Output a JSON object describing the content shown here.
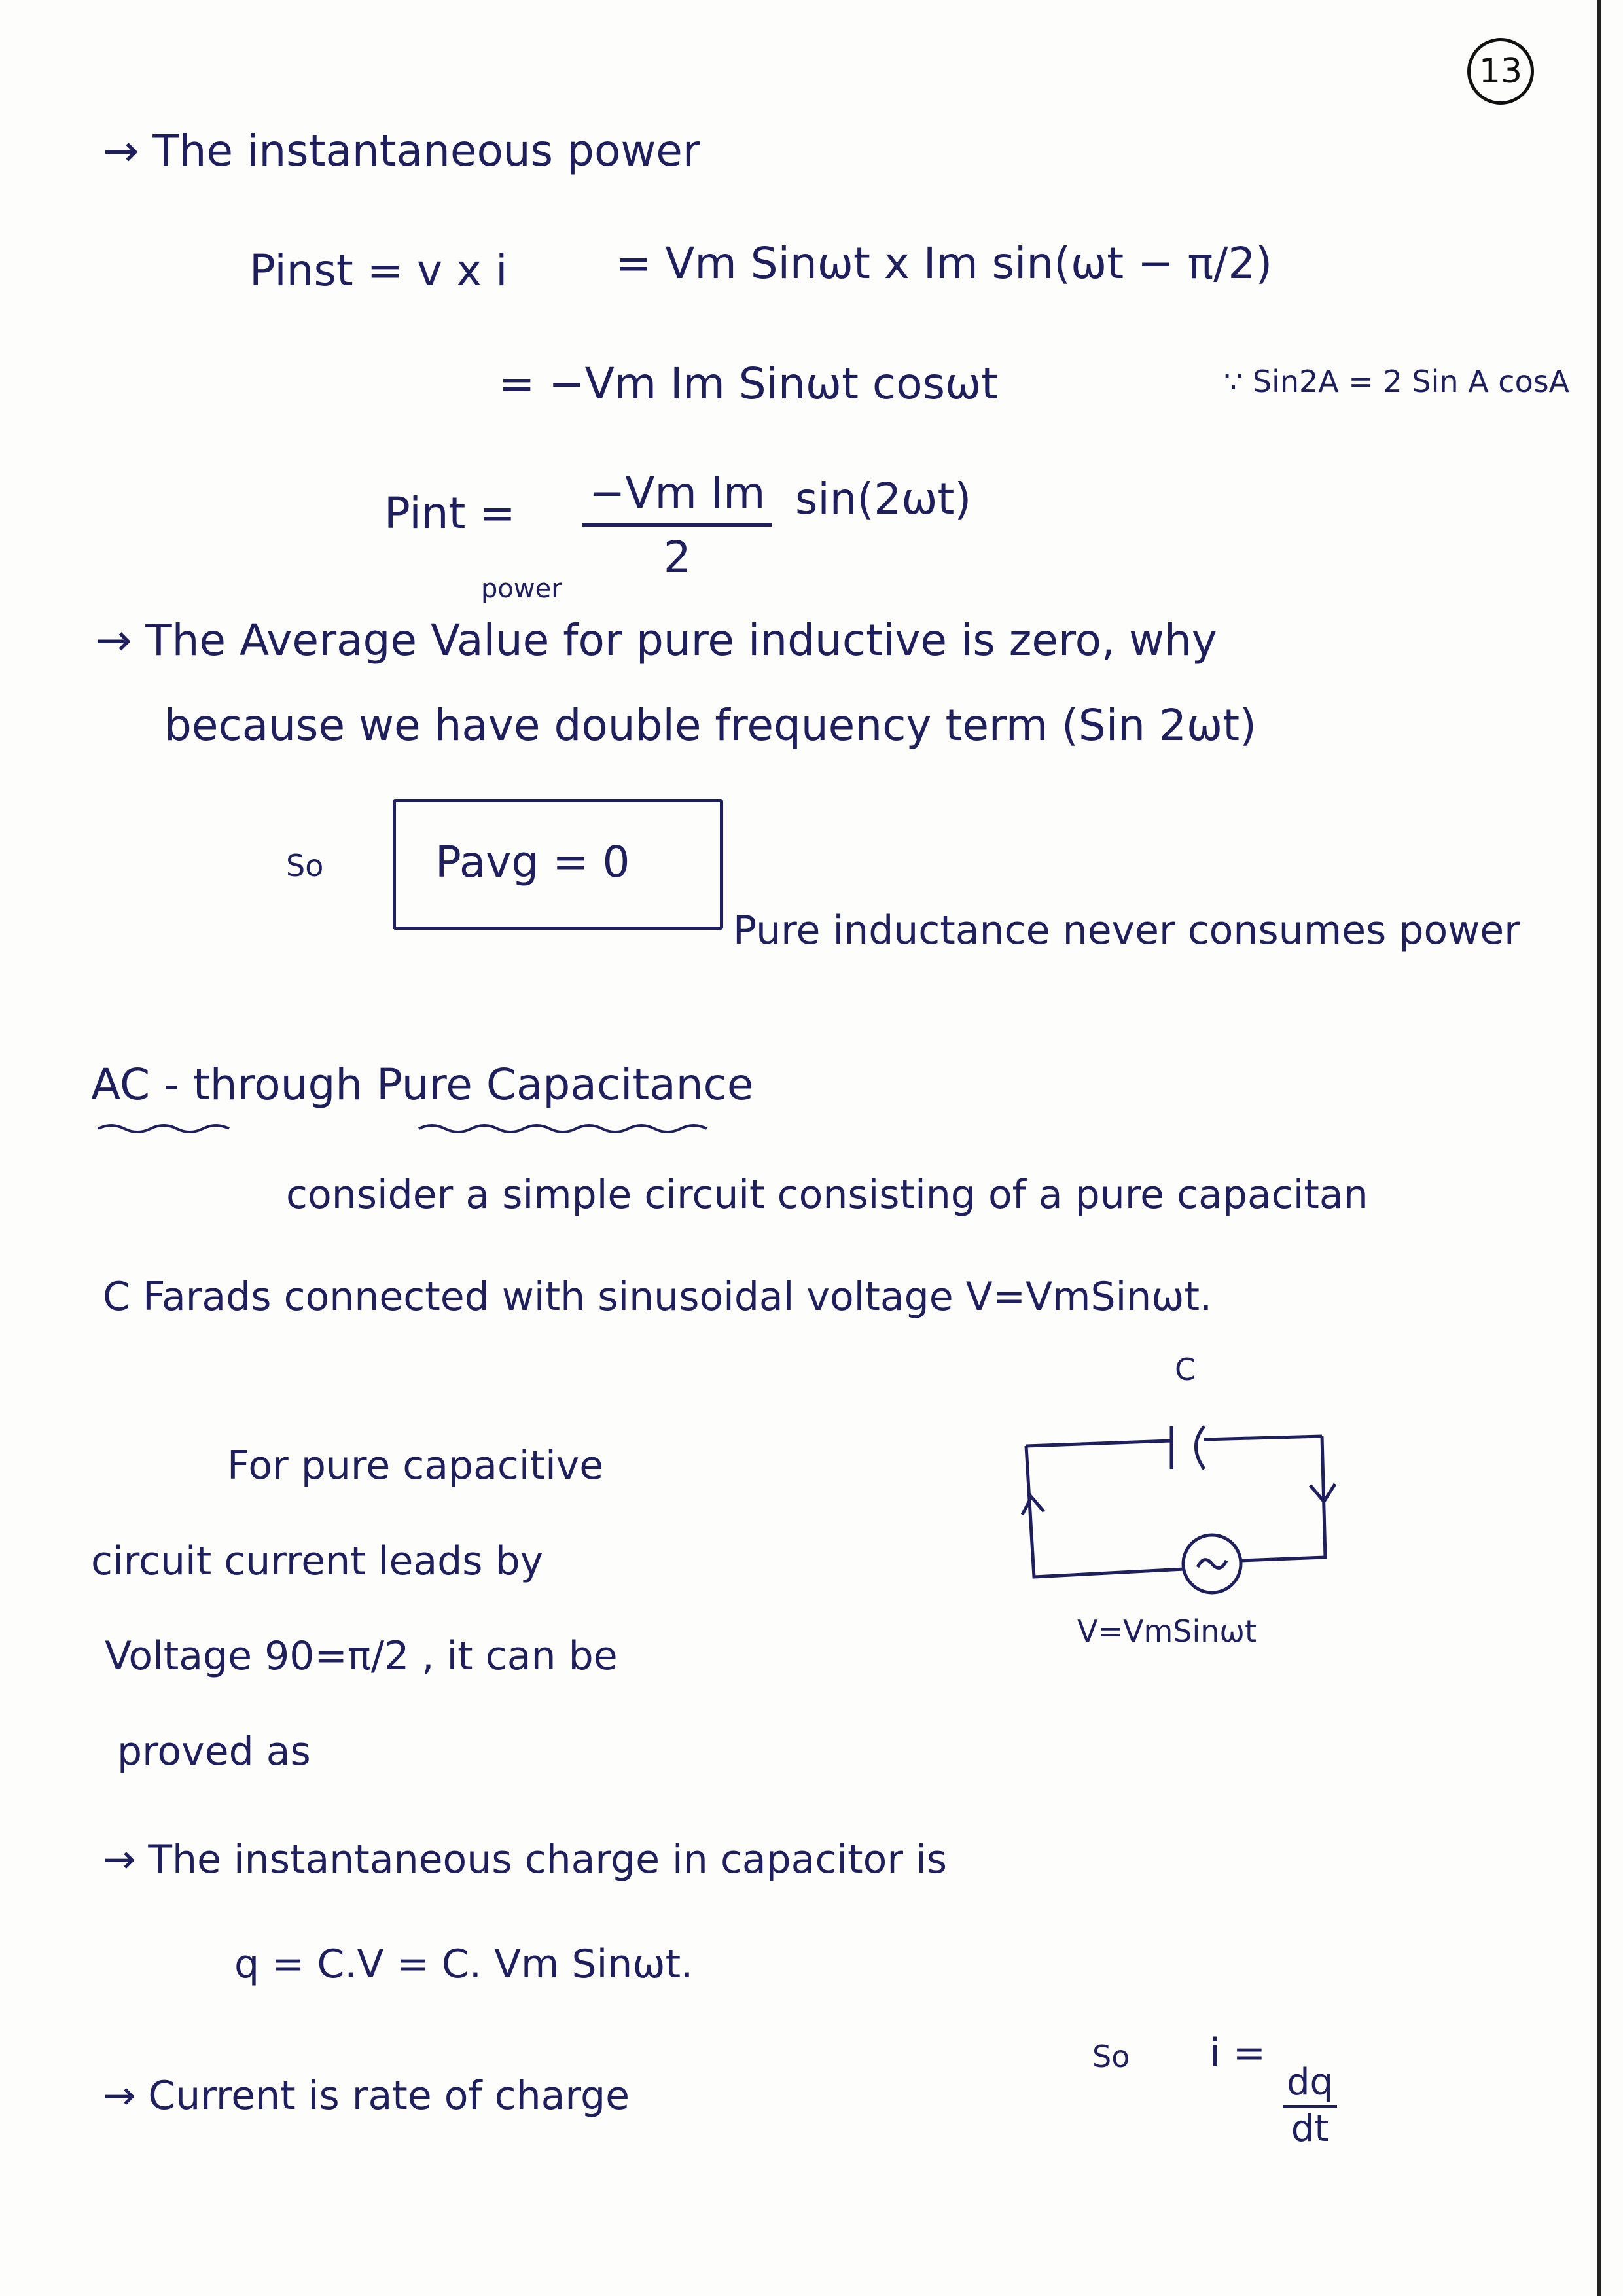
{
  "page_number": "13",
  "section1": {
    "heading": "→ The instantaneous power",
    "eq1_lhs": "Pinst = v x i",
    "eq1_rhs": "= Vm Sinωt x Im sin(ωt − π/2)",
    "eq2": "= −Vm Im Sinωt cosωt",
    "identity_note": "∵ Sin2A = 2 Sin A cosA",
    "eq3_lhs": "Pint =",
    "eq3_numerator": "−Vm Im",
    "eq3_denominator": "2",
    "eq3_tail": "sin(2ωt)",
    "insert_note": "power",
    "avg_line1": "→ The Average Value for pure inductive is zero, why",
    "avg_line2": "because we have double frequency term (Sin 2ωt)",
    "so_label": "So",
    "boxed_result": "Pavg = 0",
    "conclusion": "Pure inductance never consumes power"
  },
  "section2": {
    "heading": "AC - through Pure Capacitance",
    "intro_line1": "consider a simple circuit consisting of a pure capacitan",
    "intro_line2": "C Farads connected with sinusoidal voltage V=VmSinωt.",
    "para_line1": "For pure capacitive",
    "para_line2": "circuit current leads by",
    "para_line3": "Voltage 90=π/2 , it can be",
    "para_line4": "proved as",
    "circuit": {
      "capacitor_label": "C",
      "source_label": "V=VmSinωt"
    },
    "charge_line": "→ The instantaneous charge in capacitor is",
    "charge_eq": "q = C.V = C. Vm Sinωt.",
    "current_line": "→ Current is rate of charge",
    "so_label": "So",
    "current_eq_lhs": "i =",
    "current_eq_num": "dq",
    "current_eq_den": "dt"
  }
}
